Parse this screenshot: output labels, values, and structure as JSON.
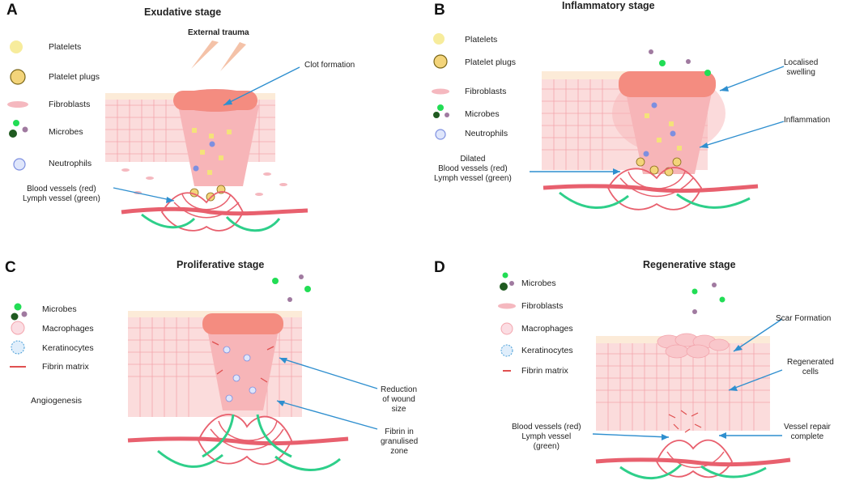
{
  "panels": [
    {
      "letter": "A",
      "title": "Exudative stage",
      "legend": [
        "Platelets",
        "Platelet plugs",
        "Fibroblasts",
        "Microbes",
        "Neutrophils"
      ],
      "callouts": {
        "trauma": "External trauma",
        "clot": "Clot formation",
        "vessels_1": "Blood vessels (red)",
        "vessels_2": "Lymph vessel (green)"
      }
    },
    {
      "letter": "B",
      "title": "Inflammatory stage",
      "legend": [
        "Platelets",
        "Platelet plugs",
        "Fibroblasts",
        "Microbes",
        "Neutrophils"
      ],
      "callouts": {
        "swelling_1": "Localised",
        "swelling_2": "swelling",
        "inflammation": "Inflammation",
        "vessels_1": "Dilated",
        "vessels_2": "Blood vessels (red)",
        "vessels_3": "Lymph vessel (green)"
      }
    },
    {
      "letter": "C",
      "title": "Proliferative stage",
      "legend": [
        "Microbes",
        "Macrophages",
        "Keratinocytes",
        "Fibrin matrix",
        "Angiogenesis"
      ],
      "callouts": {
        "reduction_1": "Reduction",
        "reduction_2": "of wound",
        "reduction_3": "size",
        "fibrin_1": "Fibrin in",
        "fibrin_2": "granulised",
        "fibrin_3": "zone"
      }
    },
    {
      "letter": "D",
      "title": "Regenerative stage",
      "legend": [
        "Microbes",
        "Fibroblasts",
        "Macrophages",
        "Keratinocytes",
        "Fibrin matrix"
      ],
      "callouts": {
        "scar": "Scar Formation",
        "regen_1": "Regenerated",
        "regen_2": "cells",
        "repair_1": "Vessel repair",
        "repair_2": "complete",
        "vessels_1": "Blood vessels (red)",
        "vessels_2": "Lymph vessel",
        "vessels_3": "(green)"
      }
    }
  ],
  "colors": {
    "arrow": "#2f8fcf",
    "blood_vessel": "#e8606e",
    "lymph_vessel": "#2ecf8a",
    "tissue": "#f7c9cc",
    "epidermis": "#fbe6d8",
    "clot": "#f28b82",
    "platelet": "#f4e27a",
    "microbe_green": "#22dd55",
    "microbe_dark": "#1f5a20",
    "neutrophil": "#7d8fe0"
  }
}
